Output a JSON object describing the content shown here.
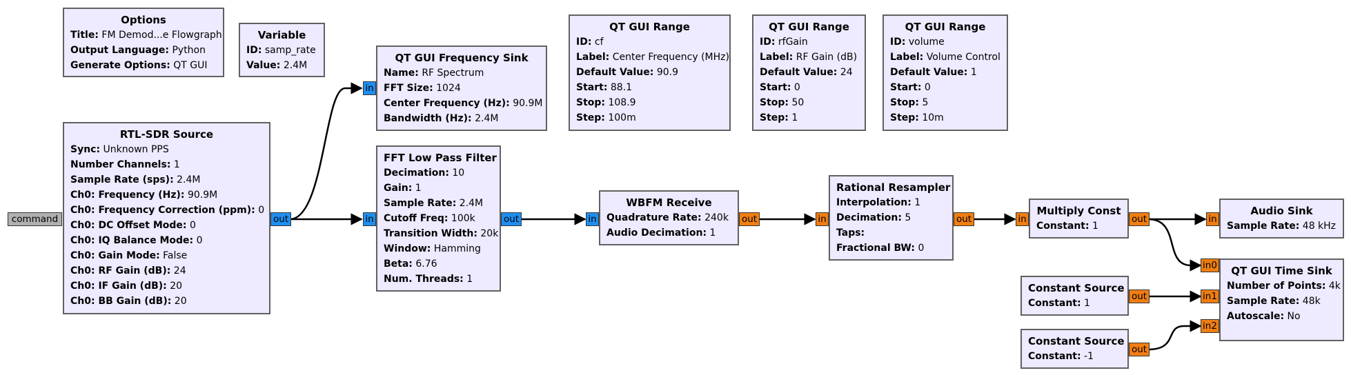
{
  "colors": {
    "block_fill": "#eeeaff",
    "block_border": "#606060",
    "port_complex": "#1e8ef0",
    "port_float": "#f07e12",
    "port_message": "#b0b0b0",
    "wire": "#000000"
  },
  "blocks": {
    "options": {
      "title": "Options",
      "params": [
        {
          "k": "Title:",
          "v": "FM Demod...e Flowgraph"
        },
        {
          "k": "Output Language:",
          "v": "Python"
        },
        {
          "k": "Generate Options:",
          "v": "QT GUI"
        }
      ]
    },
    "variable": {
      "title": "Variable",
      "params": [
        {
          "k": "ID:",
          "v": "samp_rate"
        },
        {
          "k": "Value:",
          "v": "2.4M"
        }
      ]
    },
    "freq_sink": {
      "title": "QT GUI Frequency Sink",
      "params": [
        {
          "k": "Name:",
          "v": "RF Spectrum"
        },
        {
          "k": "FFT Size:",
          "v": "1024"
        },
        {
          "k": "Center Frequency (Hz):",
          "v": "90.9M"
        },
        {
          "k": "Bandwidth (Hz):",
          "v": "2.4M"
        }
      ]
    },
    "range_cf": {
      "title": "QT GUI Range",
      "params": [
        {
          "k": "ID:",
          "v": "cf"
        },
        {
          "k": "Label:",
          "v": "Center Frequency (MHz)"
        },
        {
          "k": "Default Value:",
          "v": "90.9"
        },
        {
          "k": "Start:",
          "v": "88.1"
        },
        {
          "k": "Stop:",
          "v": "108.9"
        },
        {
          "k": "Step:",
          "v": "100m"
        }
      ]
    },
    "range_rfgain": {
      "title": "QT GUI Range",
      "params": [
        {
          "k": "ID:",
          "v": "rfGain"
        },
        {
          "k": "Label:",
          "v": "RF Gain (dB)"
        },
        {
          "k": "Default Value:",
          "v": "24"
        },
        {
          "k": "Start:",
          "v": "0"
        },
        {
          "k": "Stop:",
          "v": "50"
        },
        {
          "k": "Step:",
          "v": "1"
        }
      ]
    },
    "range_volume": {
      "title": "QT GUI Range",
      "params": [
        {
          "k": "ID:",
          "v": "volume"
        },
        {
          "k": "Label:",
          "v": "Volume Control"
        },
        {
          "k": "Default Value:",
          "v": "1"
        },
        {
          "k": "Start:",
          "v": "0"
        },
        {
          "k": "Stop:",
          "v": "5"
        },
        {
          "k": "Step:",
          "v": "10m"
        }
      ]
    },
    "rtlsdr": {
      "title": "RTL-SDR Source",
      "params": [
        {
          "k": "Sync:",
          "v": "Unknown PPS"
        },
        {
          "k": "Number Channels:",
          "v": "1"
        },
        {
          "k": "Sample Rate (sps):",
          "v": "2.4M"
        },
        {
          "k": "Ch0: Frequency (Hz):",
          "v": "90.9M"
        },
        {
          "k": "Ch0: Frequency Correction (ppm):",
          "v": "0"
        },
        {
          "k": "Ch0: DC Offset Mode:",
          "v": "0"
        },
        {
          "k": "Ch0: IQ Balance Mode:",
          "v": "0"
        },
        {
          "k": "Ch0: Gain Mode:",
          "v": "False"
        },
        {
          "k": "Ch0: RF Gain (dB):",
          "v": "24"
        },
        {
          "k": "Ch0: IF Gain (dB):",
          "v": "20"
        },
        {
          "k": "Ch0: BB Gain (dB):",
          "v": "20"
        }
      ]
    },
    "lpf": {
      "title": "FFT Low Pass Filter",
      "params": [
        {
          "k": "Decimation:",
          "v": "10"
        },
        {
          "k": "Gain:",
          "v": "1"
        },
        {
          "k": "Sample Rate:",
          "v": "2.4M"
        },
        {
          "k": "Cutoff Freq:",
          "v": "100k"
        },
        {
          "k": "Transition Width:",
          "v": "20k"
        },
        {
          "k": "Window:",
          "v": "Hamming"
        },
        {
          "k": "Beta:",
          "v": "6.76"
        },
        {
          "k": "Num. Threads:",
          "v": "1"
        }
      ]
    },
    "wbfm": {
      "title": "WBFM Receive",
      "params": [
        {
          "k": "Quadrature Rate:",
          "v": "240k"
        },
        {
          "k": "Audio Decimation:",
          "v": "1"
        }
      ]
    },
    "resampler": {
      "title": "Rational Resampler",
      "params": [
        {
          "k": "Interpolation:",
          "v": "1"
        },
        {
          "k": "Decimation:",
          "v": "5"
        },
        {
          "k": "Taps:",
          "v": ""
        },
        {
          "k": "Fractional BW:",
          "v": "0"
        }
      ]
    },
    "multiply": {
      "title": "Multiply Const",
      "params": [
        {
          "k": "Constant:",
          "v": "1"
        }
      ]
    },
    "audio_sink": {
      "title": "Audio Sink",
      "params": [
        {
          "k": "Sample Rate:",
          "v": "48 kHz"
        }
      ]
    },
    "time_sink": {
      "title": "QT GUI Time Sink",
      "params": [
        {
          "k": "Number of Points:",
          "v": "4k"
        },
        {
          "k": "Sample Rate:",
          "v": "48k"
        },
        {
          "k": "Autoscale:",
          "v": "No"
        }
      ]
    },
    "const1": {
      "title": "Constant Source",
      "params": [
        {
          "k": "Constant:",
          "v": "1"
        }
      ]
    },
    "const2": {
      "title": "Constant Source",
      "params": [
        {
          "k": "Constant:",
          "v": "-1"
        }
      ]
    }
  },
  "ports": {
    "command": "command",
    "in": "in",
    "out": "out",
    "in0": "in0",
    "in1": "in1",
    "in2": "in2"
  }
}
